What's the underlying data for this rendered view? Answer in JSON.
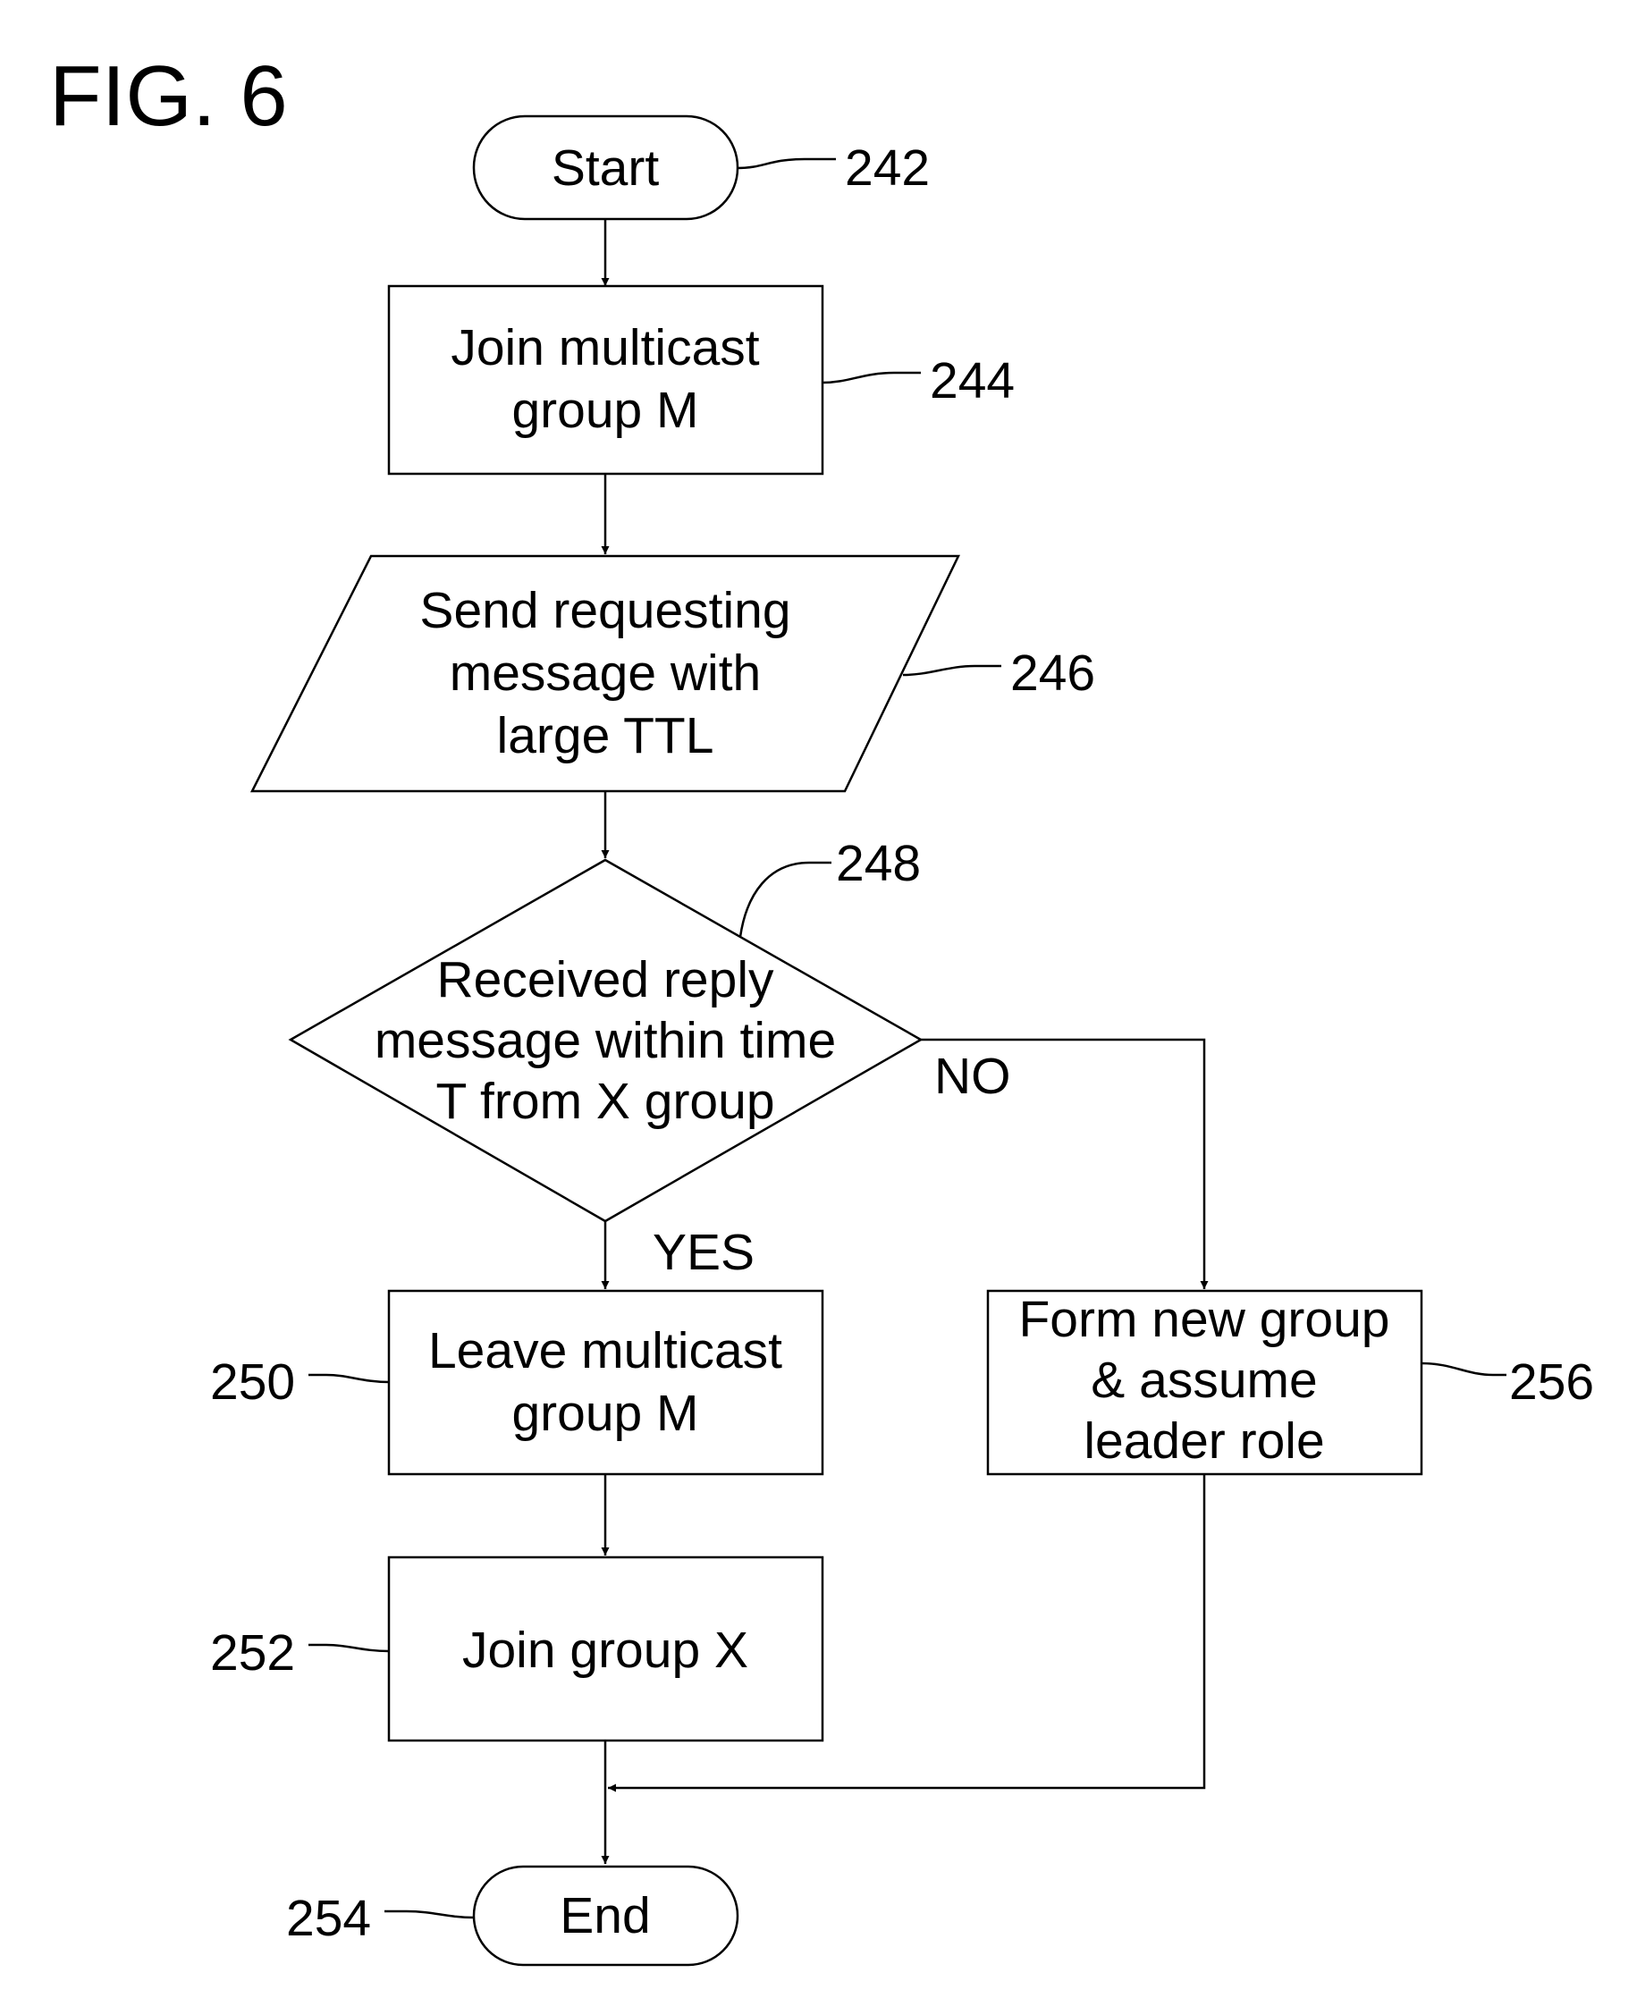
{
  "figure": {
    "label": "FIG. 6"
  },
  "nodes": {
    "start": {
      "lines": [
        "Start"
      ],
      "ref": "242"
    },
    "join_multicast": {
      "lines": [
        "Join multicast",
        "group M"
      ],
      "ref": "244"
    },
    "send_request": {
      "lines": [
        "Send requesting",
        "message with",
        "large TTL"
      ],
      "ref": "246"
    },
    "decision": {
      "lines": [
        "Received reply",
        "message within time",
        "T from X group"
      ],
      "ref": "248"
    },
    "leave_multicast": {
      "lines": [
        "Leave multicast",
        "group M"
      ],
      "ref": "250"
    },
    "join_group_x": {
      "lines": [
        "Join group X"
      ],
      "ref": "252"
    },
    "end": {
      "lines": [
        "End"
      ],
      "ref": "254"
    },
    "form_new_group": {
      "lines": [
        "Form new group",
        "& assume",
        "leader role"
      ],
      "ref": "256"
    }
  },
  "branches": {
    "yes": "YES",
    "no": "NO"
  }
}
